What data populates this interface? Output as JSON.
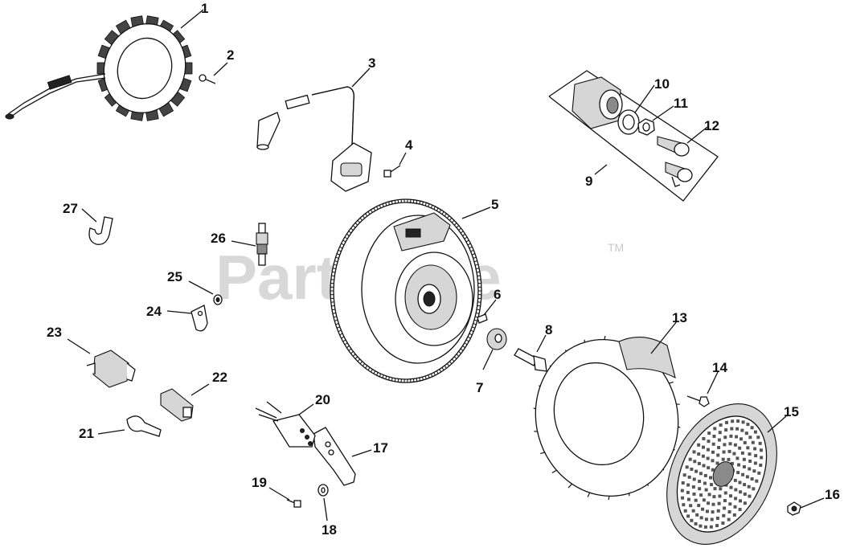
{
  "watermark": {
    "text": "PartsTree",
    "trademark": "TM"
  },
  "callouts": {
    "c1": "1",
    "c2": "2",
    "c3": "3",
    "c4": "4",
    "c5": "5",
    "c6": "6",
    "c7": "7",
    "c8": "8",
    "c9": "9",
    "c10": "10",
    "c11": "11",
    "c12": "12",
    "c13": "13",
    "c14": "14",
    "c15": "15",
    "c16": "16",
    "c17": "17",
    "c18": "18",
    "c19": "19",
    "c20": "20",
    "c21": "21",
    "c22": "22",
    "c23": "23",
    "c24": "24",
    "c25": "25",
    "c26": "26",
    "c27": "27"
  }
}
